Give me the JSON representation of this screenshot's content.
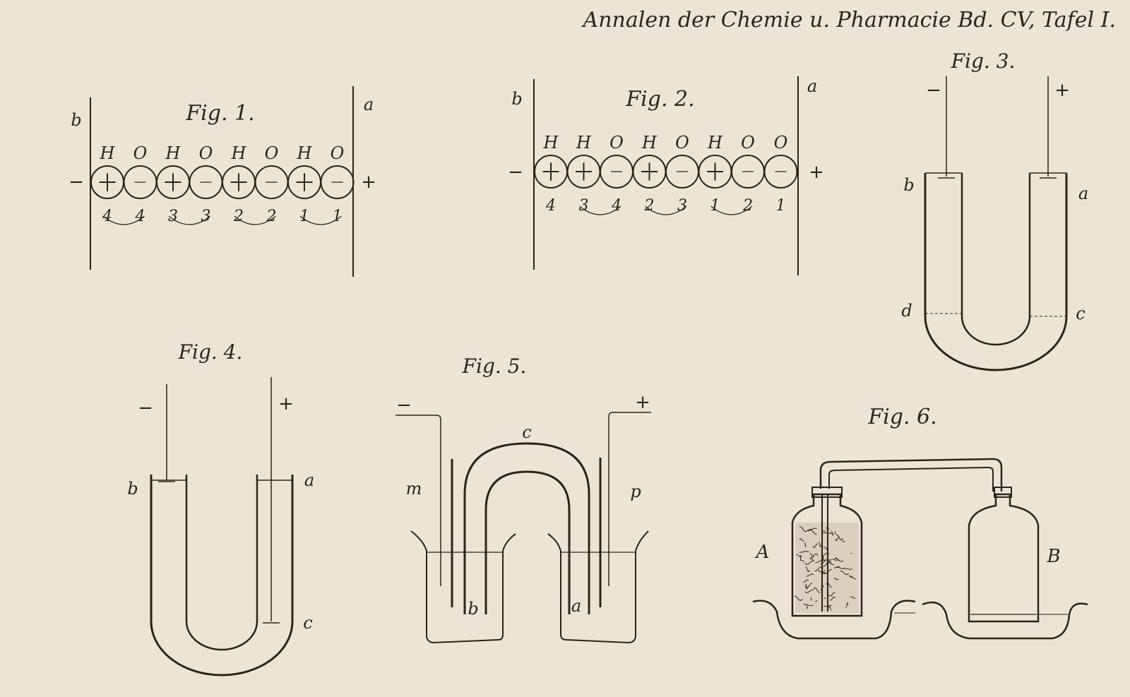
{
  "plate": {
    "header": "Annalen der Chemie u. Pharmacie Bd. CV, Tafel I.",
    "colors": {
      "paper": "#ece5d7",
      "ink": "#2a241c"
    }
  },
  "fig1": {
    "title": "Fig. 1.",
    "label_left": "b",
    "label_right": "a",
    "pole_left": "−",
    "pole_right": "+",
    "atoms": [
      "H",
      "O",
      "H",
      "O",
      "H",
      "O",
      "H",
      "O"
    ],
    "numbers": [
      "4",
      "4",
      "3",
      "3",
      "2",
      "2",
      "1",
      "1"
    ]
  },
  "fig2": {
    "title": "Fig. 2.",
    "label_left": "b",
    "label_right": "a",
    "pole_left": "−",
    "pole_right": "+",
    "atoms": [
      "H",
      "H",
      "O",
      "H",
      "O",
      "H",
      "O",
      "O"
    ],
    "numbers": [
      "4",
      "3",
      "4",
      "2",
      "3",
      "1",
      "2",
      "1"
    ]
  },
  "fig3": {
    "title": "Fig. 3.",
    "pole_left": "−",
    "pole_right": "+",
    "label_b": "b",
    "label_a": "a",
    "label_d": "d",
    "label_c": "c"
  },
  "fig4": {
    "title": "Fig. 4.",
    "pole_left": "−",
    "pole_right": "+",
    "label_b": "b",
    "label_a": "a",
    "label_c": "c"
  },
  "fig5": {
    "title": "Fig. 5.",
    "pole_left": "−",
    "pole_right": "+",
    "label_c": "c",
    "label_m": "m",
    "label_p": "p",
    "label_b": "b",
    "label_a": "a"
  },
  "fig6": {
    "title": "Fig. 6.",
    "label_A": "A",
    "label_B": "B"
  }
}
